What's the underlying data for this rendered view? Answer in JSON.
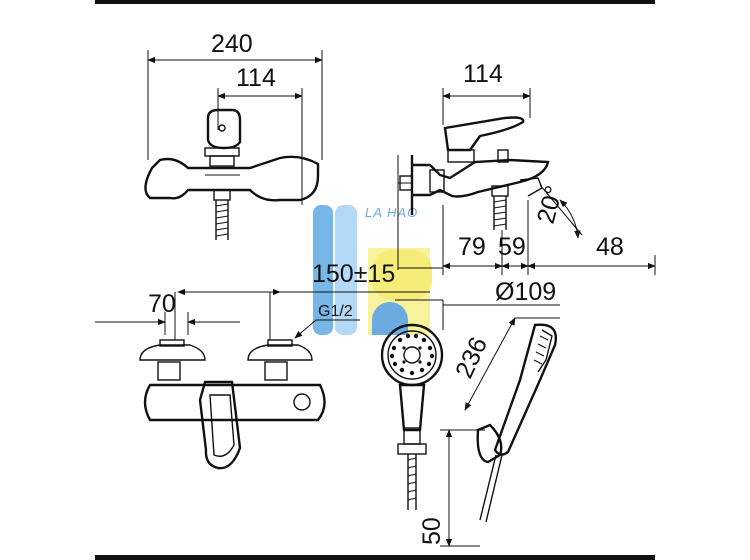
{
  "diagram": {
    "watermark": "LA HAO",
    "dimensions": {
      "overall_width": "240",
      "top_offset": "114",
      "side_depth": "114",
      "d79": "79",
      "d59": "59",
      "d48": "48",
      "angle": "20°",
      "center_distance": "150±15",
      "thread": "G1/2",
      "offset_70": "70",
      "head_diameter": "Ø109",
      "handset_length": "236",
      "holder_height": "50"
    }
  }
}
